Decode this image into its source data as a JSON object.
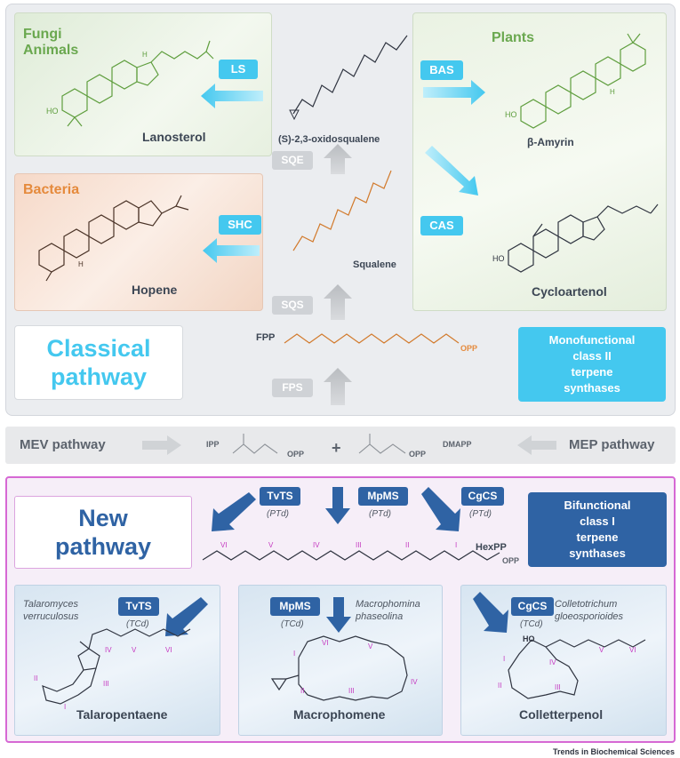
{
  "classical": {
    "fungi_line1": "Fungi",
    "fungi_line2": "Animals",
    "ls": "LS",
    "lanosterol": "Lanosterol",
    "oxidosqualene": "(S)-2,3-oxidosqualene",
    "sqe": "SQE",
    "bacteria": "Bacteria",
    "shc": "SHC",
    "hopene": "Hopene",
    "squalene": "Squalene",
    "sqs": "SQS",
    "fpp": "FPP",
    "opp": "OPP",
    "fps": "FPS",
    "plants": "Plants",
    "bas": "BAS",
    "amyrin": "β-Amyrin",
    "cas": "CAS",
    "cycloartenol": "Cycloartenol",
    "title_line1": "Classical",
    "title_line2": "pathway",
    "mono_lines": [
      "Monofunctional",
      "class II",
      "terpene",
      "synthases"
    ],
    "colors": {
      "green": "#6aa84f",
      "orange": "#e58a3c",
      "cyan": "#44c8ef"
    }
  },
  "middle": {
    "mev": "MEV pathway",
    "ipp": "IPP",
    "plus": "+",
    "dmapp": "DMAPP",
    "mep": "MEP pathway",
    "opp": "OPP"
  },
  "new_pathway": {
    "title_line1": "New",
    "title_line2": "pathway",
    "bi_lines": [
      "Bifunctional",
      "class I",
      "terpene",
      "synthases"
    ],
    "ptd": "(PTd)",
    "tcd": "(TCd)",
    "hexpp": "HexPP",
    "opp": "OPP",
    "enzymes": [
      "TvTS",
      "MpMS",
      "CgCS"
    ],
    "roman": [
      "VI",
      "V",
      "IV",
      "III",
      "II",
      "I"
    ],
    "organisms": [
      {
        "line1": "Talaromyces",
        "line2": "verruculosus"
      },
      {
        "line1": "Macrophomina",
        "line2": "phaseolina"
      },
      {
        "line1": "Colletotrichum",
        "line2": "gloeosporioides"
      }
    ],
    "products": [
      "Talaropentaene",
      "Macrophomene",
      "Colletterpenol"
    ],
    "ho": "HO",
    "colors": {
      "navy": "#2f63a4",
      "magenta": "#c53ac1"
    }
  },
  "footer": "Trends in Biochemical Sciences"
}
